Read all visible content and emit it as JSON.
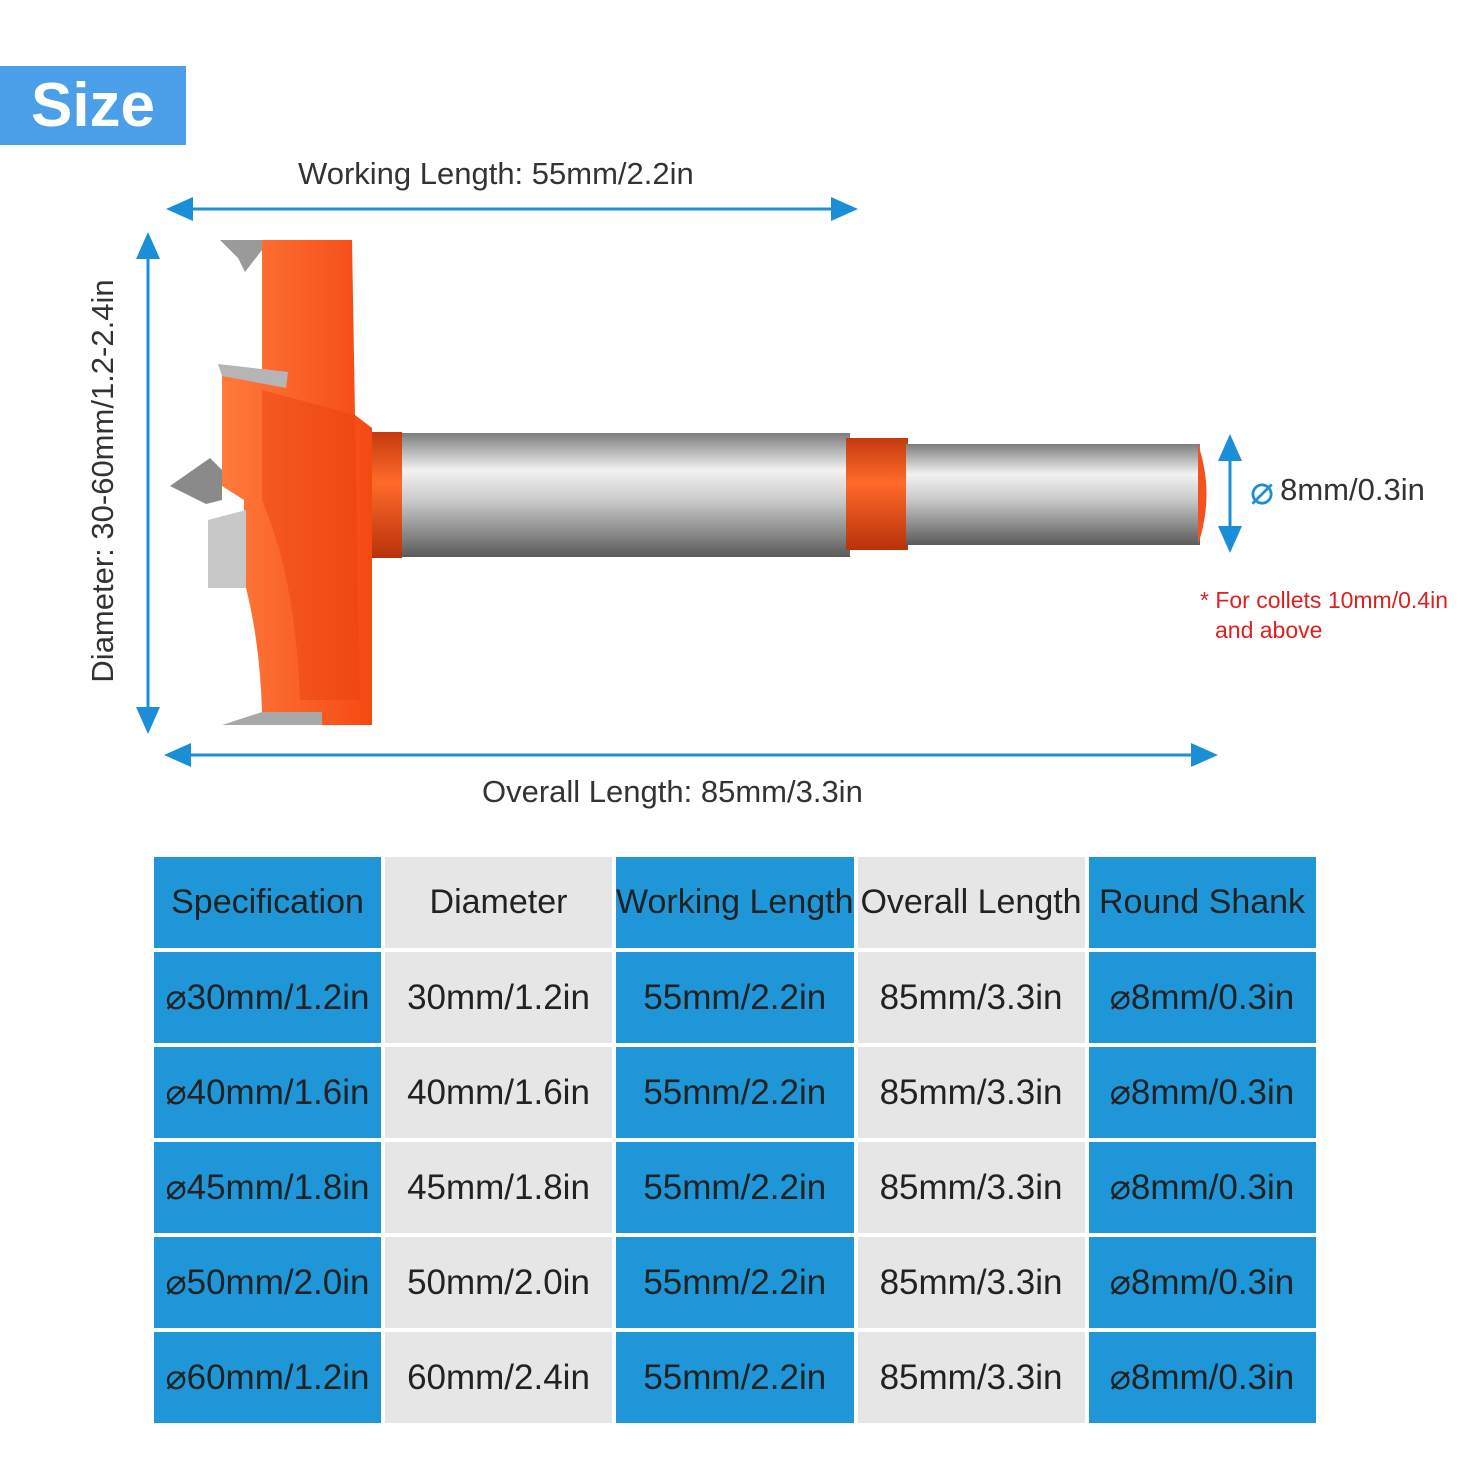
{
  "badge": {
    "label": "Size"
  },
  "dimensions": {
    "working_length": "Working Length: 55mm/2.2in",
    "overall_length": "Overall Length: 85mm/3.3in",
    "diameter": "Diameter: 30-60mm/1.2-2.4in",
    "shank_symbol": "⌀",
    "shank": "8mm/0.3in"
  },
  "note": {
    "line1": "* For collets 10mm/0.4in",
    "line2": "and above"
  },
  "colors": {
    "accent_blue": "#1e96d8",
    "bit_orange": "#f4511e",
    "note_red": "#e02020"
  },
  "table": {
    "headers": [
      "Specification",
      "Diameter",
      "Working Length",
      "Overall Length",
      "Round Shank"
    ],
    "rows": [
      [
        "⌀30mm/1.2in",
        "30mm/1.2in",
        "55mm/2.2in",
        "85mm/3.3in",
        "⌀8mm/0.3in"
      ],
      [
        "⌀40mm/1.6in",
        "40mm/1.6in",
        "55mm/2.2in",
        "85mm/3.3in",
        "⌀8mm/0.3in"
      ],
      [
        "⌀45mm/1.8in",
        "45mm/1.8in",
        "55mm/2.2in",
        "85mm/3.3in",
        "⌀8mm/0.3in"
      ],
      [
        "⌀50mm/2.0in",
        "50mm/2.0in",
        "55mm/2.2in",
        "85mm/3.3in",
        "⌀8mm/0.3in"
      ],
      [
        "⌀60mm/1.2in",
        "60mm/2.4in",
        "55mm/2.2in",
        "85mm/3.3in",
        "⌀8mm/0.3in"
      ]
    ]
  }
}
